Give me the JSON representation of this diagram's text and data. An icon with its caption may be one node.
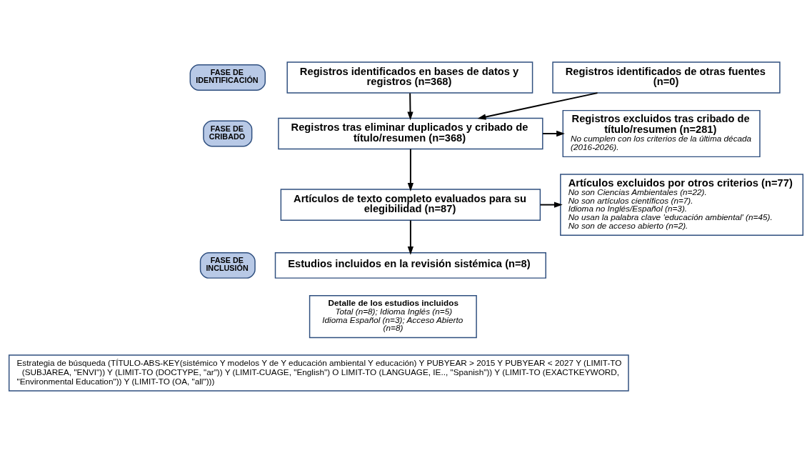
{
  "diagram": {
    "nodes": [
      {
        "text": [
          "FASE DE IDENTIFICACIÓN"
        ]
      },
      {
        "text": [
          "FASE DE CRIBADO"
        ]
      },
      {
        "text": [
          "FASE DE INCLUSIÓN"
        ]
      },
      {
        "text": [
          "Registros identificados en bases de datos y registros (n=368)"
        ]
      },
      {
        "text": [
          "Registros identificados de otras fuentes (n=0)"
        ]
      },
      {
        "text": [
          "Registros tras eliminar duplicados y cribado de título/resumen (n=368)"
        ]
      },
      {
        "text": [
          "Registros excluidos tras cribado de título/resumen (n=281)",
          "No cumplen con los criterios de la última década (2016-2026)."
        ]
      },
      {
        "text": [
          "Artículos de texto completo evaluados para su elegibilidad (n=87)"
        ]
      },
      {
        "text": [
          "Artículos excluidos por otros criterios (n=77)",
          "No son Ciencias Ambientales (n=22).",
          "No son artículos científicos (n=7).",
          "Idioma no Inglés/Español (n=3).",
          "No usan la palabra clave 'educación ambiental' (n=45).",
          "No son de acceso abierto (n=2)."
        ]
      },
      {
        "text": [
          "Estudios incluidos en la revisión sistémica (n=8)"
        ]
      },
      {
        "text": [
          "Detalle de los estudios incluidos",
          "Total (n=8); Idioma Inglés (n=5) Idioma Español (n=3); Acceso Abierto (n=8)"
        ]
      },
      {
        "text": [
          "Estrategia de búsqueda (TÍTULO-ABS-KEY(sistémico Y modelos Y de Y educación ambiental Y educación) Y PUBYEAR > 2015 Y PUBYEAR < 2027 Y (LIMIT-TO (SUBJAREA, \"ENVI\")) Y (LIMIT-TO (DOCTYPE, \"ar\")) Y (LIMIT-CUAGE, \"English\") O LIMIT-TO (LANGUAGE, IE.., \"Spanish\")) Y (LIMIT-TO (EXACTKEYWORD, \"Environmental Education\")) Y (LIMIT-TO (OA, \"all\")))"
        ]
      }
    ],
    "edges": [
      {
        "from": 3,
        "to": 5,
        "arrow": "to"
      },
      {
        "from": 4,
        "to": 5,
        "arrow": "to"
      },
      {
        "from": 5,
        "to": 6,
        "arrow": "to"
      },
      {
        "from": 5,
        "to": 7,
        "arrow": "to"
      },
      {
        "from": 7,
        "to": 8,
        "arrow": "to"
      },
      {
        "from": 7,
        "to": 9,
        "arrow": "to"
      }
    ]
  }
}
